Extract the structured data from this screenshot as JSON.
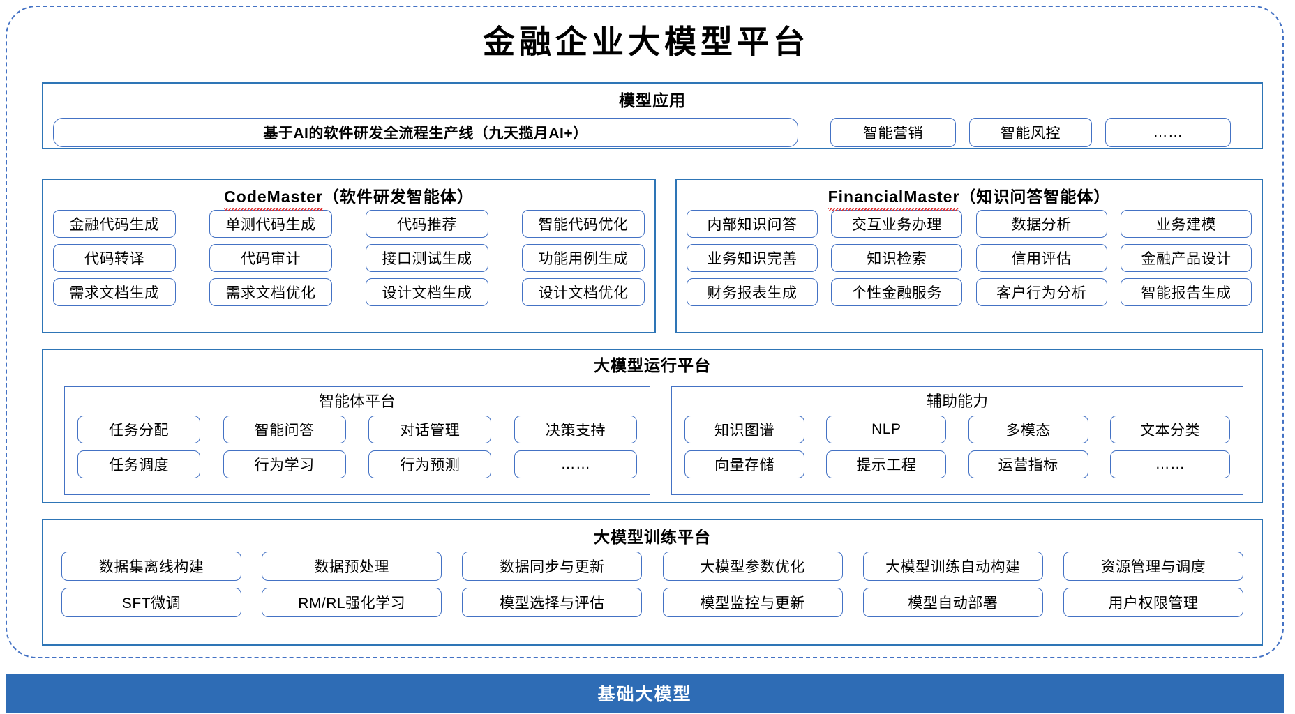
{
  "page": {
    "title": "金融企业大模型平台",
    "accent_border": "#4472C4",
    "section_border": "#2E75B6",
    "footer_bg": "#2E6CB5"
  },
  "model_application": {
    "title": "模型应用",
    "hero": "基于AI的软件研发全流程生产线（九天揽月AI+）",
    "items": [
      "智能营销",
      "智能风控",
      "……"
    ]
  },
  "code_master": {
    "name": "CodeMaster",
    "suffix": "（软件研发智能体）",
    "rows": [
      [
        "金融代码生成",
        "单测代码生成",
        "代码推荐",
        "智能代码优化"
      ],
      [
        "代码转译",
        "代码审计",
        "接口测试生成",
        "功能用例生成"
      ],
      [
        "需求文档生成",
        "需求文档优化",
        "设计文档生成",
        "设计文档优化"
      ]
    ]
  },
  "financial_master": {
    "name": "FinancialMaster",
    "suffix": "（知识问答智能体）",
    "rows": [
      [
        "内部知识问答",
        "交互业务办理",
        "数据分析",
        "业务建模"
      ],
      [
        "业务知识完善",
        "知识检索",
        "信用评估",
        "金融产品设计"
      ],
      [
        "财务报表生成",
        "个性金融服务",
        "客户行为分析",
        "智能报告生成"
      ]
    ]
  },
  "runtime_platform": {
    "title": "大模型运行平台",
    "agent_platform": {
      "title": "智能体平台",
      "rows": [
        [
          "任务分配",
          "智能问答",
          "对话管理",
          "决策支持"
        ],
        [
          "任务调度",
          "行为学习",
          "行为预测",
          "……"
        ]
      ]
    },
    "auxiliary": {
      "title": "辅助能力",
      "rows": [
        [
          "知识图谱",
          "NLP",
          "多模态",
          "文本分类"
        ],
        [
          "向量存储",
          "提示工程",
          "运营指标",
          "……"
        ]
      ]
    }
  },
  "training_platform": {
    "title": "大模型训练平台",
    "rows": [
      [
        "数据集离线构建",
        "数据预处理",
        "数据同步与更新",
        "大模型参数优化",
        "大模型训练自动构建",
        "资源管理与调度"
      ],
      [
        "SFT微调",
        "RM/RL强化学习",
        "模型选择与评估",
        "模型监控与更新",
        "模型自动部署",
        "用户权限管理"
      ]
    ]
  },
  "footer": {
    "label": "基础大模型"
  }
}
